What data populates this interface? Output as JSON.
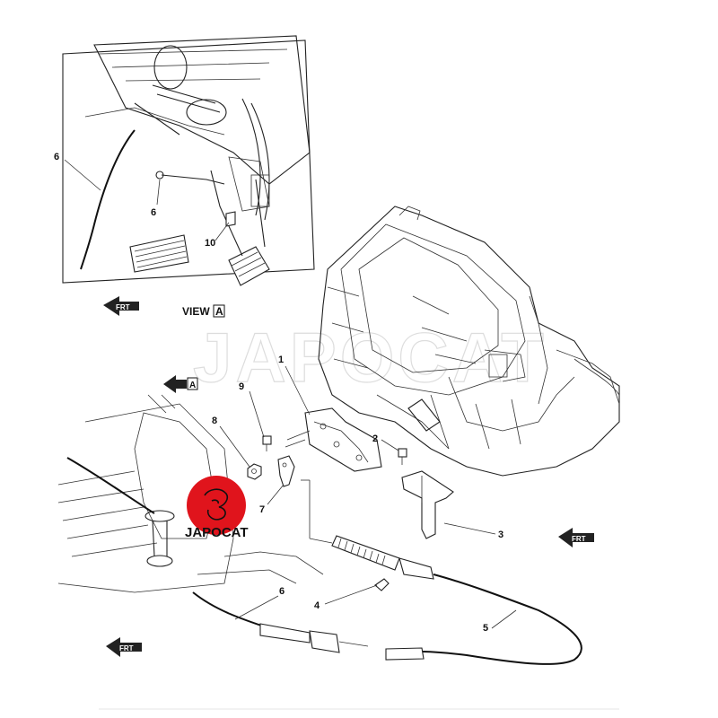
{
  "watermark": "JAPOCAT",
  "logo": {
    "text": "JAPOCAT",
    "color": "#e0141c"
  },
  "view": {
    "label": "VIEW",
    "letter": "A"
  },
  "view_arrow_letter": "A",
  "front_arrow_text": "FRT",
  "callouts": {
    "c1": "1",
    "c2": "2",
    "c3": "3",
    "c4": "4",
    "c5": "5",
    "c6_main": "6",
    "c7": "7",
    "c8": "8",
    "c9": "9",
    "c6_inset_a": "6",
    "c6_inset_b": "6",
    "c10": "10"
  }
}
